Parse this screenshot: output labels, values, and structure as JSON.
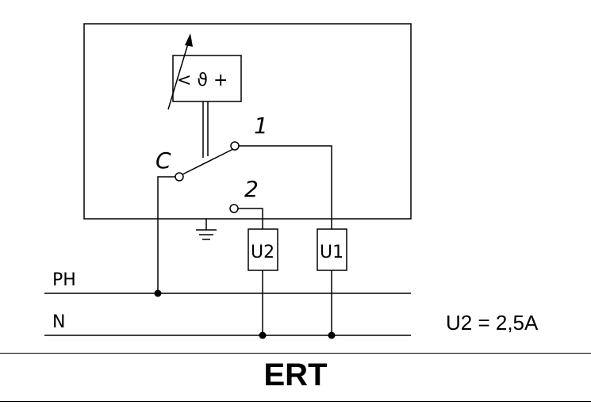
{
  "thermostat_symbol": "< ϑ +",
  "contacts": {
    "common": "C",
    "contact_1": "1",
    "contact_2": "2"
  },
  "loads": {
    "u1": "U1",
    "u2": "U2"
  },
  "supply": {
    "phase": "PH",
    "neutral": "N"
  },
  "rating": "U2 = 2,5A",
  "title": "ERT",
  "icons": [
    "adjustable-arrow-icon",
    "ground-icon",
    "junction-dot-icon"
  ]
}
